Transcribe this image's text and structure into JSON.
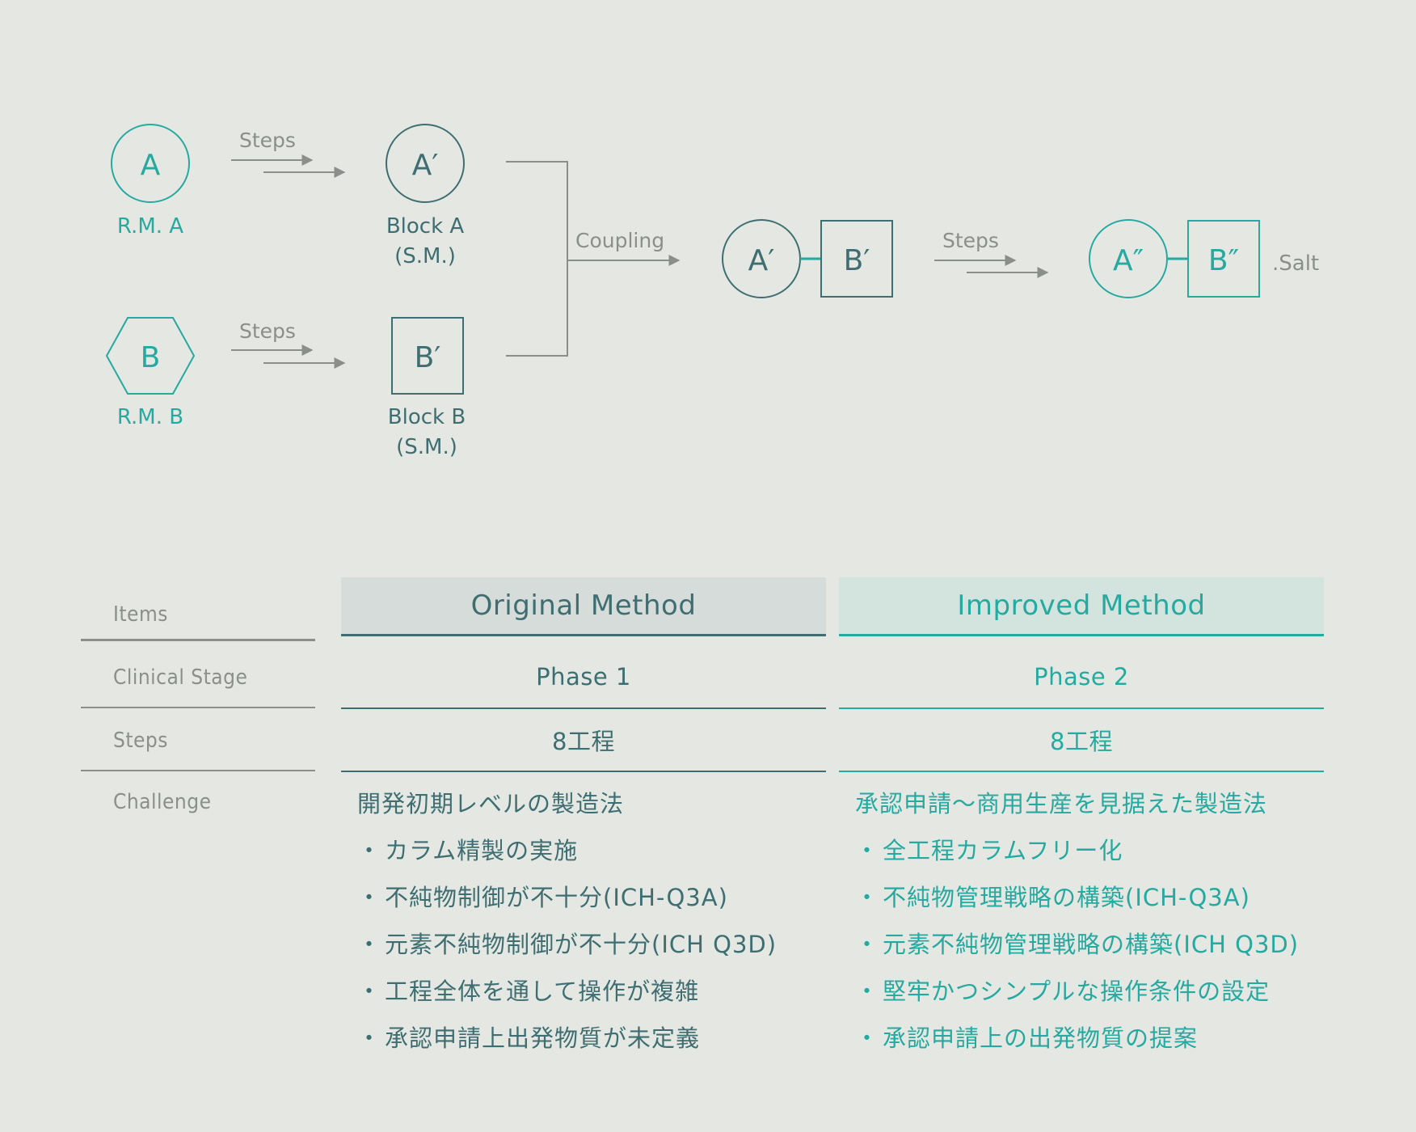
{
  "diagram": {
    "rm_a_symbol": "A",
    "rm_a_label": "R.M. A",
    "rm_b_symbol": "B",
    "rm_b_label": "R.M. B",
    "steps_label": "Steps",
    "block_a_symbol": "A′",
    "block_a_label_1": "Block A",
    "block_a_label_2": "(S.M.)",
    "block_b_symbol": "B′",
    "block_b_label_1": "Block B",
    "block_b_label_2": "(S.M.)",
    "coupling_label": "Coupling",
    "coupled_a": "A′",
    "coupled_b": "B′",
    "final_a": "A″",
    "final_b": "B″",
    "salt_label": ".Salt"
  },
  "table": {
    "items_label": "Items",
    "original_header": "Original Method",
    "improved_header": "Improved Method",
    "clinical_stage_label": "Clinical Stage",
    "steps_label": "Steps",
    "challenge_label": "Challenge",
    "original": {
      "clinical_stage": "Phase 1",
      "steps": "8工程",
      "challenge_title": "開発初期レベルの製造法",
      "challenges": [
        "カラム精製の実施",
        "不純物制御が不十分(ICH-Q3A)",
        "元素不純物制御が不十分(ICH Q3D)",
        "工程全体を通して操作が複雑",
        "承認申請上出発物質が未定義"
      ]
    },
    "improved": {
      "clinical_stage": "Phase 2",
      "steps": "8工程",
      "challenge_title": "承認申請～商用生産を見据えた製造法",
      "challenges": [
        "全工程カラムフリー化",
        "不純物管理戦略の構築(ICH-Q3A)",
        "元素不純物管理戦略の構築(ICH Q3D)",
        "堅牢かつシンプルな操作条件の設定",
        "承認申請上の出発物質の提案"
      ]
    }
  },
  "colors": {
    "background": "#e5e8e2",
    "teal": "#26a9a0",
    "slate": "#3f6e72",
    "gray": "#8a8f8c"
  }
}
